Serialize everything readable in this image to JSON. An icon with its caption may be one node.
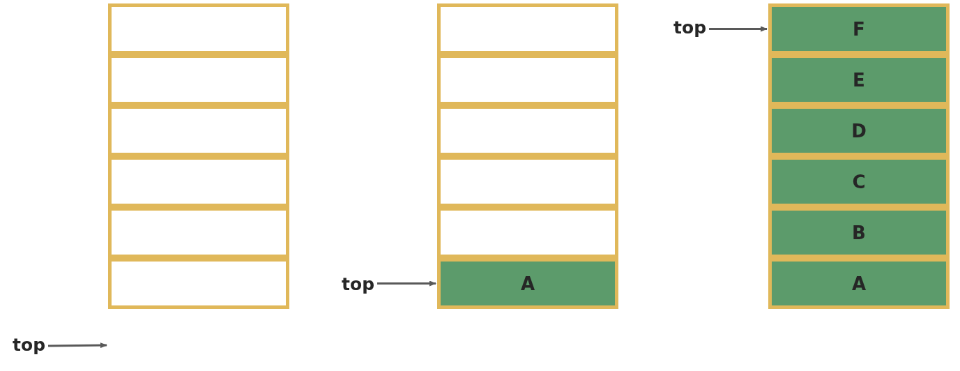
{
  "diagram": {
    "nodes": [
      {
        "text": [],
        "shape": "box"
      },
      {
        "text": [],
        "shape": "box"
      },
      {
        "text": [],
        "shape": "box"
      },
      {
        "text": [],
        "shape": "box"
      },
      {
        "text": [],
        "shape": "box"
      },
      {
        "text": [],
        "shape": "box"
      },
      {
        "text": [],
        "shape": "box"
      },
      {
        "text": [],
        "shape": "box"
      },
      {
        "text": [],
        "shape": "box"
      },
      {
        "text": [],
        "shape": "box"
      },
      {
        "text": [],
        "shape": "box"
      },
      {
        "text": [
          "A"
        ]
      },
      {
        "text": [
          "F"
        ]
      },
      {
        "text": [
          "E"
        ]
      },
      {
        "text": [
          "D"
        ]
      },
      {
        "text": [
          "C"
        ]
      },
      {
        "text": [
          "B"
        ]
      },
      {
        "text": [
          "A"
        ]
      },
      {
        "text": [
          "top"
        ]
      },
      {
        "text": [
          "top"
        ]
      },
      {
        "text": [
          "top"
        ]
      }
    ],
    "edges": [
      {
        "from": 18,
        "to": 12,
        "arrow": "to"
      },
      {
        "from": 19,
        "to": 11,
        "arrow": "to"
      },
      {
        "from": 20,
        "to": null,
        "arrow": "to"
      }
    ]
  }
}
